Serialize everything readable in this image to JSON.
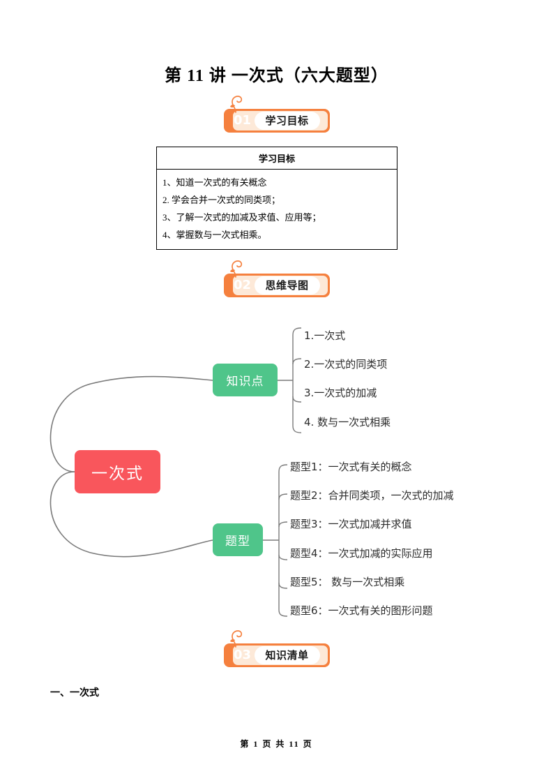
{
  "document": {
    "title": "第 11 讲 一次式（六大题型）",
    "body_heading": "一、一次式",
    "footer": "第 1 页 共 11 页"
  },
  "colors": {
    "badge_orange": "#f5803e",
    "badge_peach": "#fde9d8",
    "node_root_red": "#f9565c",
    "node_branch_green": "#4fc58a",
    "connector_gray": "#7a7a7a"
  },
  "sections": [
    {
      "number": "01",
      "label": "学习目标"
    },
    {
      "number": "02",
      "label": "思维导图"
    },
    {
      "number": "03",
      "label": "知识清单"
    }
  ],
  "objectives_table": {
    "header": "学习目标",
    "rows": [
      "1、知道一次式的有关概念",
      "2. 学会合并一次式的同类项；",
      "3、了解一次式的加减及求值、应用等；",
      "4、掌握数与一次式相乘。"
    ]
  },
  "mindmap": {
    "root": "一次式",
    "branches": [
      {
        "label": "知识点",
        "leaves": [
          "1.一次式",
          "2.一次式的同类项",
          "3.一次式的加减",
          "4. 数与一次式相乘"
        ]
      },
      {
        "label": "题型",
        "leaves": [
          "题型1：一次式有关的概念",
          "题型2：合并同类项，一次式的加减",
          "题型3：一次式加减并求值",
          "题型4：一次式加减的实际应用",
          "题型5： 数与一次式相乘",
          "题型6：一次式有关的图形问题"
        ]
      }
    ]
  }
}
